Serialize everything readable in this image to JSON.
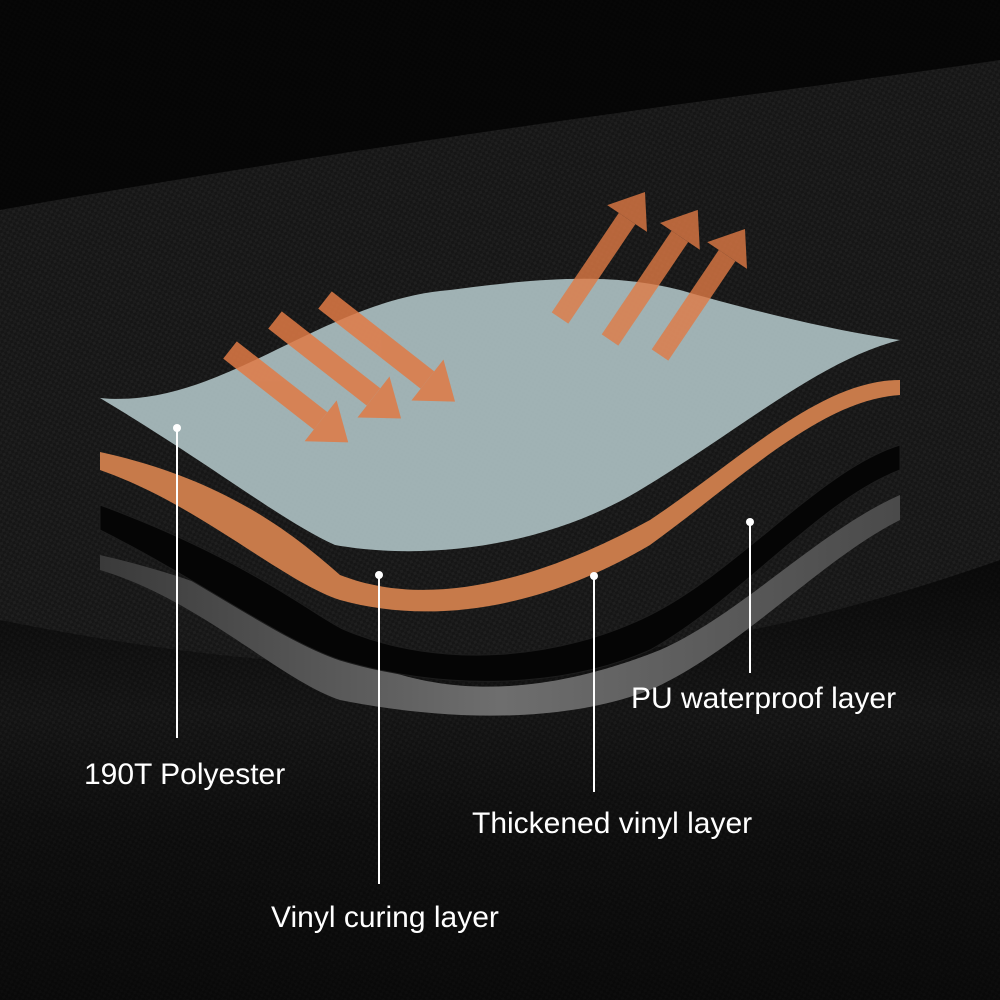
{
  "layers": [
    {
      "id": "polyester",
      "label": "190T Polyester",
      "color": "#a6b8ba"
    },
    {
      "id": "curing",
      "label": "Vinyl curing layer",
      "color": "#c77a4a"
    },
    {
      "id": "thickened",
      "label": "Thickened vinyl layer",
      "color": "#050505"
    },
    {
      "id": "pu",
      "label": "PU waterproof layer",
      "color": "#5a5a5a"
    }
  ],
  "colors": {
    "background": "#0b0b0b",
    "arrow": "#e07a45",
    "leader_line": "#ffffff"
  }
}
